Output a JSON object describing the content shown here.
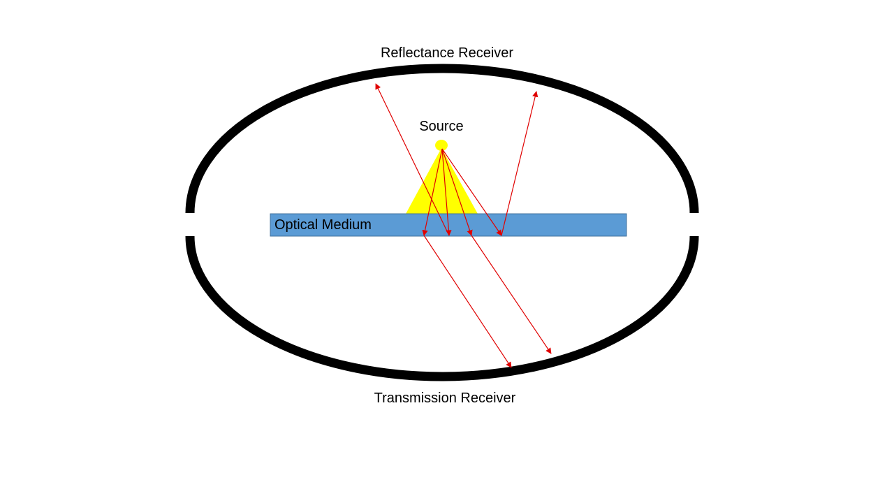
{
  "labels": {
    "reflectance_receiver": "Reflectance Receiver",
    "transmission_receiver": "Transmission Receiver",
    "source": "Source",
    "optical_medium": "Optical Medium"
  },
  "colors": {
    "receiver_ring": "#000000",
    "source": "#ffff00",
    "beam": "#ffff00",
    "medium_fill": "#5b9bd5",
    "medium_stroke": "#41719c",
    "ray": "#e00000"
  }
}
